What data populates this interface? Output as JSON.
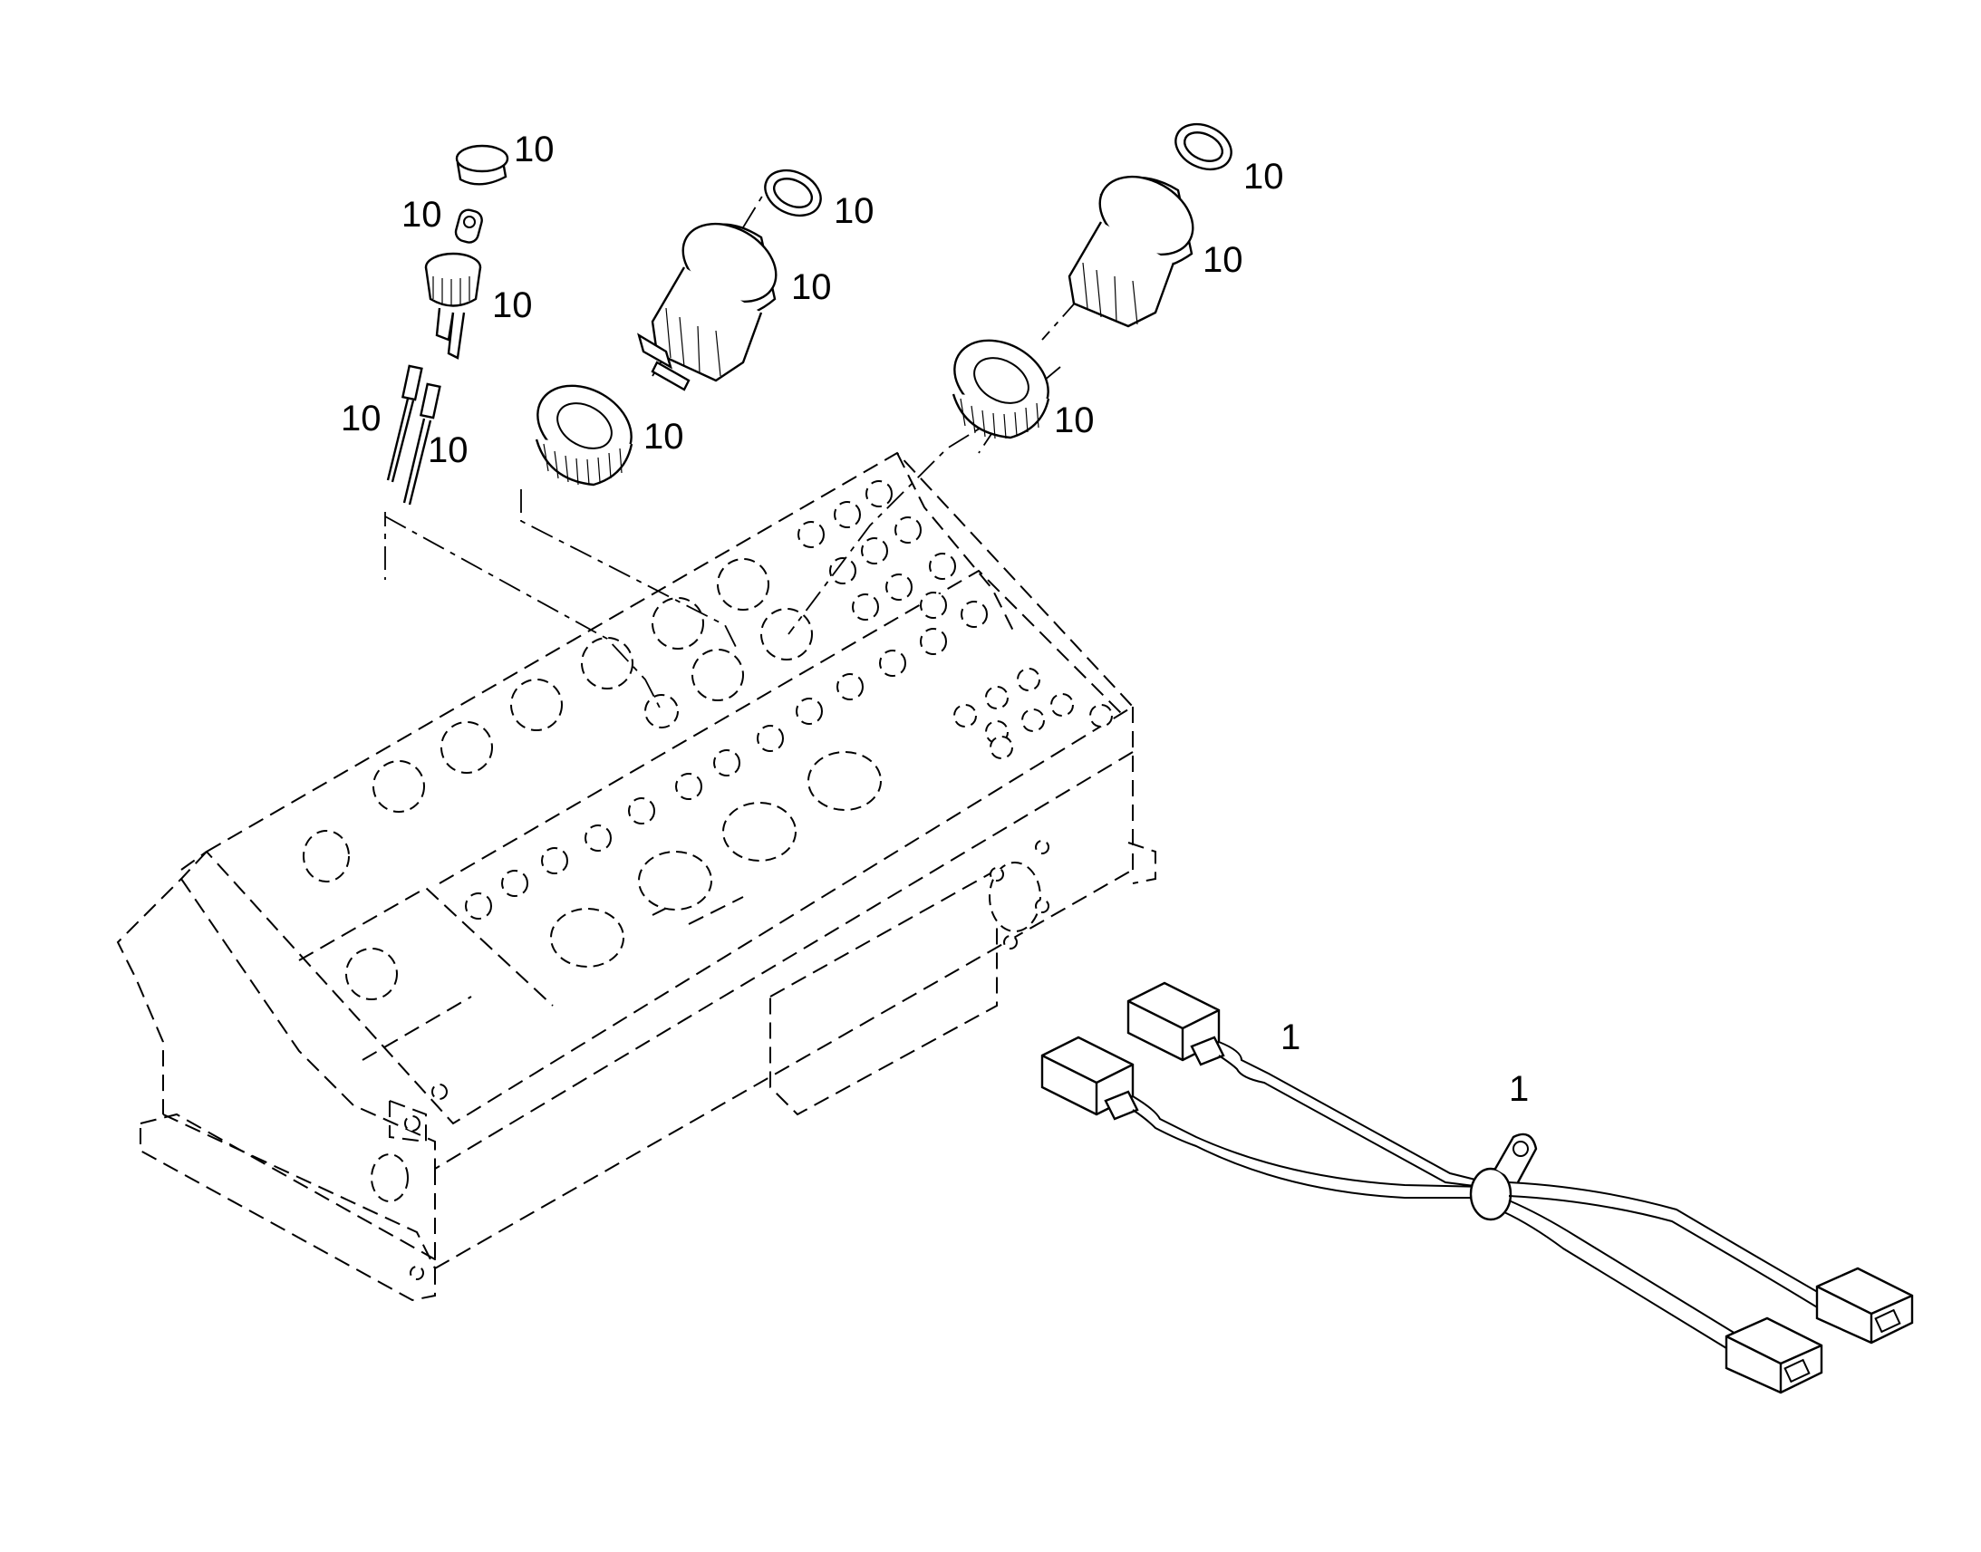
{
  "callouts": [
    {
      "id": "c-cap",
      "text": "10"
    },
    {
      "id": "c-bulb",
      "text": "10"
    },
    {
      "id": "c-socket",
      "text": "10"
    },
    {
      "id": "c-terminal-a",
      "text": "10"
    },
    {
      "id": "c-terminal-b",
      "text": "10"
    },
    {
      "id": "c-ring-left",
      "text": "10"
    },
    {
      "id": "c-switch-left",
      "text": "10"
    },
    {
      "id": "c-nut-left",
      "text": "10"
    },
    {
      "id": "c-ring-right",
      "text": "10"
    },
    {
      "id": "c-switch-right",
      "text": "10"
    },
    {
      "id": "c-nut-right",
      "text": "10"
    },
    {
      "id": "c-harness",
      "text": "1"
    },
    {
      "id": "c-harness-clip",
      "text": "1"
    }
  ]
}
